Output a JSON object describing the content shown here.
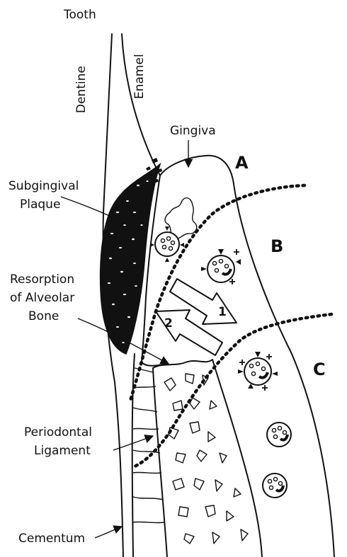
{
  "labels": {
    "tooth": "Tooth",
    "dentine": "Dentine",
    "enamel": "Enamel",
    "gingiva": "Gingiva",
    "subgingival_plaque": [
      "Subgingival",
      "Plaque"
    ],
    "resorption": [
      "Resorption",
      "of Alveolar",
      "Bone"
    ],
    "periodontal_ligament": [
      "Periodontal",
      "Ligament"
    ],
    "cementum": "Cementum"
  },
  "zones": {
    "a": "A",
    "b": "B",
    "c": "C"
  },
  "arrows": {
    "one": "1",
    "two": "2"
  },
  "colors": {
    "ink": "#111111",
    "background": "#ffffff"
  }
}
